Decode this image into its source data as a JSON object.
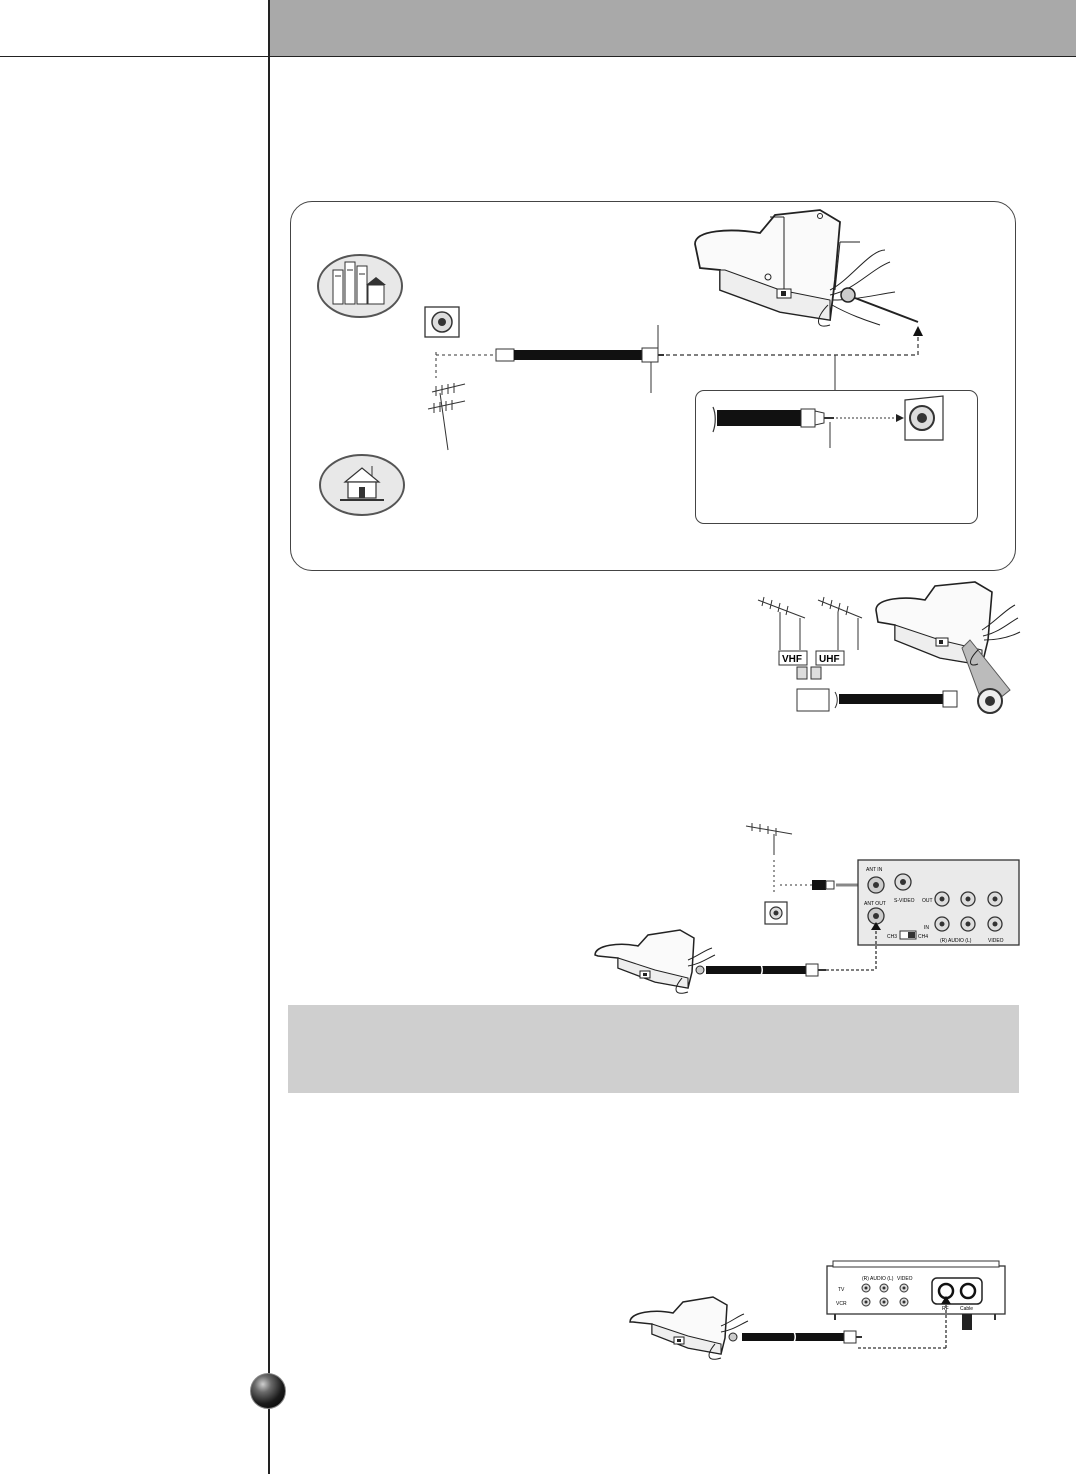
{
  "diagram_labels": {
    "vhf": "VHF",
    "uhf": "UHF",
    "ant_in": "ANT IN",
    "ant_out": "ANT OUT",
    "s_video": "S-VIDEO",
    "out": "OUT",
    "in": "IN",
    "ch3": "CH3",
    "ch4": "CH4",
    "audio_rl": "(R) AUDIO (L)",
    "video": "VIDEO",
    "tv": "TV",
    "vcr": "VCR",
    "rf": "RF",
    "cable": "Cable"
  },
  "colors": {
    "header_band": "#a9a9a9",
    "note_band": "#cfcfcf"
  }
}
